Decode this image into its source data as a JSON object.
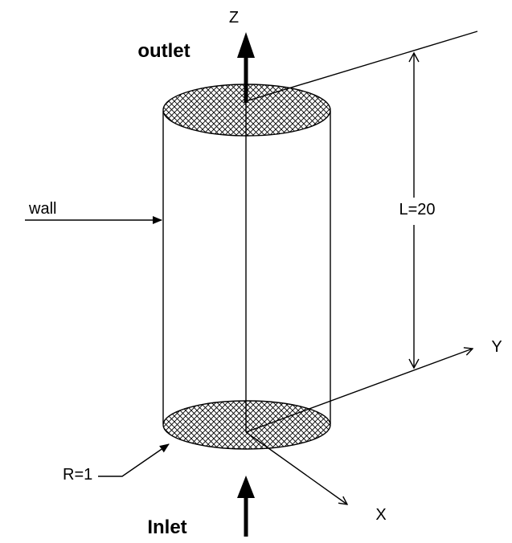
{
  "labels": {
    "z_axis": "Z",
    "y_axis": "Y",
    "x_axis": "X",
    "outlet": "outlet",
    "inlet": "Inlet",
    "wall": "wall",
    "length": "L=20",
    "radius": "R=1"
  },
  "colors": {
    "ink": "#000000",
    "background": "#ffffff"
  }
}
